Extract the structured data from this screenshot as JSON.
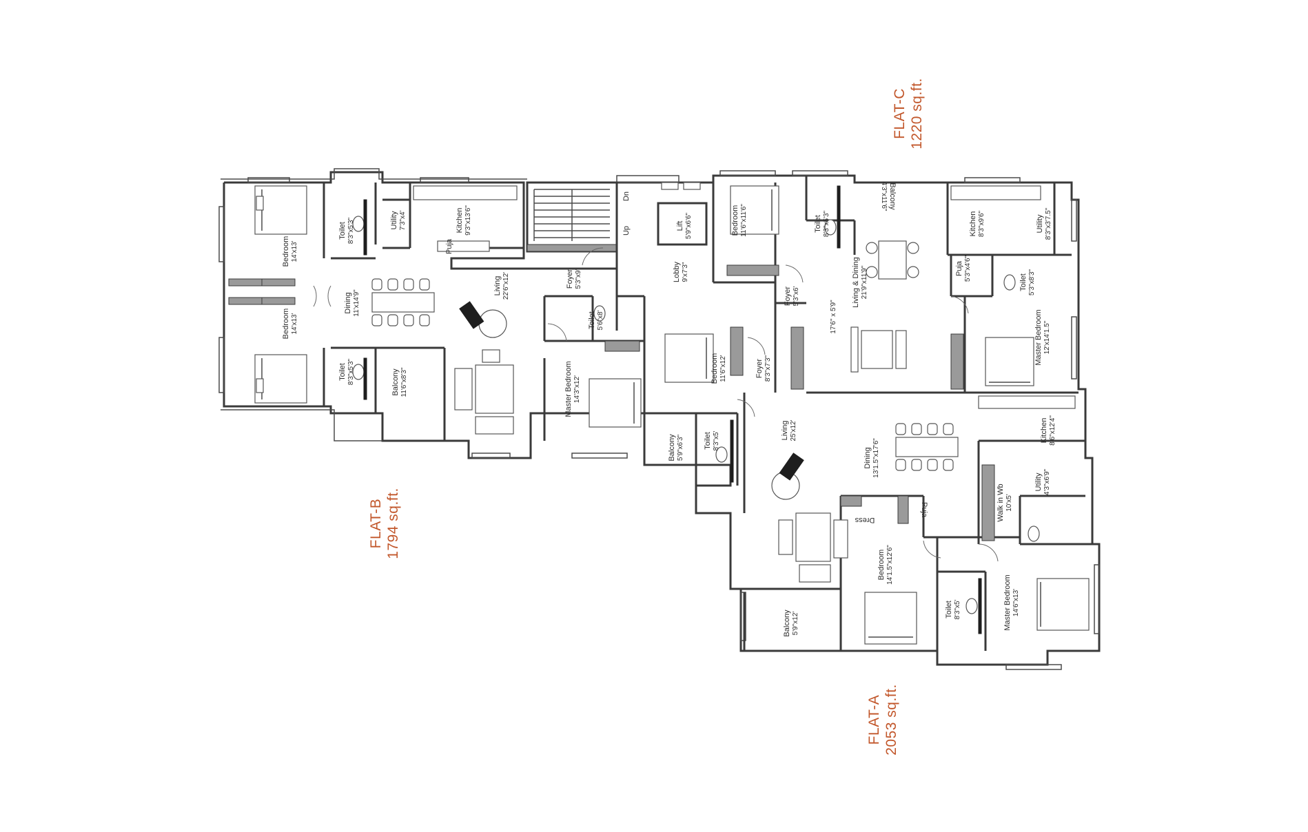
{
  "flats": [
    {
      "id": "flat-b",
      "name": "FLAT-B",
      "area": "1794 sq.ft."
    },
    {
      "id": "flat-c",
      "name": "FLAT-C",
      "area": "1220 sq.ft."
    },
    {
      "id": "flat-a",
      "name": "FLAT-A",
      "area": "2053 sq.ft."
    }
  ],
  "rooms": [
    {
      "id": "flatb-bedroom-1",
      "name": "Bedroom",
      "dim": "14'x13'"
    },
    {
      "id": "flatb-bedroom-2",
      "name": "Bedroom",
      "dim": "14'x13'"
    },
    {
      "id": "flatb-toilet-1",
      "name": "Toilet",
      "dim": "8'3\"x5'3\""
    },
    {
      "id": "flatb-toilet-2",
      "name": "Toilet",
      "dim": "8'3\"x5'3\""
    },
    {
      "id": "flatb-utility",
      "name": "Utility",
      "dim": "7'3\"x4'"
    },
    {
      "id": "flatb-kitchen",
      "name": "Kitchen",
      "dim": "9'3\"x13'6\""
    },
    {
      "id": "flatb-puja",
      "name": "Puja",
      "dim": ""
    },
    {
      "id": "flatb-dining",
      "name": "Dining",
      "dim": "11'x14'9\""
    },
    {
      "id": "flatb-living",
      "name": "Living",
      "dim": "22'6\"x12'"
    },
    {
      "id": "flatb-balcony",
      "name": "Balcony",
      "dim": "11'6\"x8'3\""
    },
    {
      "id": "flatb-foyer",
      "name": "Foyer",
      "dim": "5'3\"x9'"
    },
    {
      "id": "flatb-toilet-3",
      "name": "Toilet",
      "dim": "5'6\"x8'"
    },
    {
      "id": "flatb-master-bedroom",
      "name": "Master Bedroom",
      "dim": "14'3\"x12'"
    },
    {
      "id": "core-lift",
      "name": "Lift",
      "dim": "5'9\"x6'6\""
    },
    {
      "id": "core-lobby",
      "name": "Lobby",
      "dim": "9'x7'3\""
    },
    {
      "id": "core-stair-dn",
      "name": "Dn",
      "dim": ""
    },
    {
      "id": "core-stair-up",
      "name": "Up",
      "dim": ""
    },
    {
      "id": "flatc-bedroom",
      "name": "Bedroom",
      "dim": "11'6\"x11'6\""
    },
    {
      "id": "flatc-toilet-1",
      "name": "Toilet",
      "dim": "8'3\"x5'3\""
    },
    {
      "id": "flatc-balcony",
      "name": "Balcony",
      "dim": "4'3\"x11'6\""
    },
    {
      "id": "flatc-living-dining",
      "name": "Living & Dining",
      "dim": "21'9\"x11'9\""
    },
    {
      "id": "flatc-kitchen",
      "name": "Kitchen",
      "dim": "8'3\"x9'6\""
    },
    {
      "id": "flatc-utility",
      "name": "Utility",
      "dim": "8'3\"x3'7.5\""
    },
    {
      "id": "flatc-puja",
      "name": "Puja",
      "dim": "5'3\"x4'6\""
    },
    {
      "id": "flatc-toilet-2",
      "name": "Toilet",
      "dim": "5'3\"x8'3\""
    },
    {
      "id": "flatc-foyer",
      "name": "Foyer",
      "dim": "5'3\"x6'"
    },
    {
      "id": "flatc-living-extra",
      "name": "",
      "dim": "17'6\" x 5'9\""
    },
    {
      "id": "flatc-master-bedroom",
      "name": "Master Bedroom",
      "dim": "12'x14'1.5\""
    },
    {
      "id": "flata-bedroom-1",
      "name": "Bedroom",
      "dim": "11'6\"x12'"
    },
    {
      "id": "flata-foyer",
      "name": "Foyer",
      "dim": "8'3\"x7'3\""
    },
    {
      "id": "flata-balcony-1",
      "name": "Balcony",
      "dim": "5'9\"x6'3\""
    },
    {
      "id": "flata-toilet-1",
      "name": "Toilet",
      "dim": "8'3\"x5'"
    },
    {
      "id": "flata-living",
      "name": "Living",
      "dim": "25'x12'"
    },
    {
      "id": "flata-dining",
      "name": "Dining",
      "dim": "13'1.5\"x17'6\""
    },
    {
      "id": "flata-kitchen",
      "name": "Kitchen",
      "dim": "8'6\"x12'4\""
    },
    {
      "id": "flata-utility",
      "name": "Utility",
      "dim": "4'3\"x6'9\""
    },
    {
      "id": "flata-walk-in",
      "name": "Walk in Wb",
      "dim": "10'x5'"
    },
    {
      "id": "flata-dress",
      "name": "Dress",
      "dim": ""
    },
    {
      "id": "flata-puja",
      "name": "Puja",
      "dim": ""
    },
    {
      "id": "flata-bedroom-2",
      "name": "Bedroom",
      "dim": "14'1.5\"x12'6\""
    },
    {
      "id": "flata-toilet-2",
      "name": "Toilet",
      "dim": "8'3\"x5'"
    },
    {
      "id": "flata-master-bedroom",
      "name": "Master Bedroom",
      "dim": "14'6\"x13'"
    },
    {
      "id": "flata-balcony-2",
      "name": "Balcony",
      "dim": "5'9\"x12'"
    }
  ]
}
